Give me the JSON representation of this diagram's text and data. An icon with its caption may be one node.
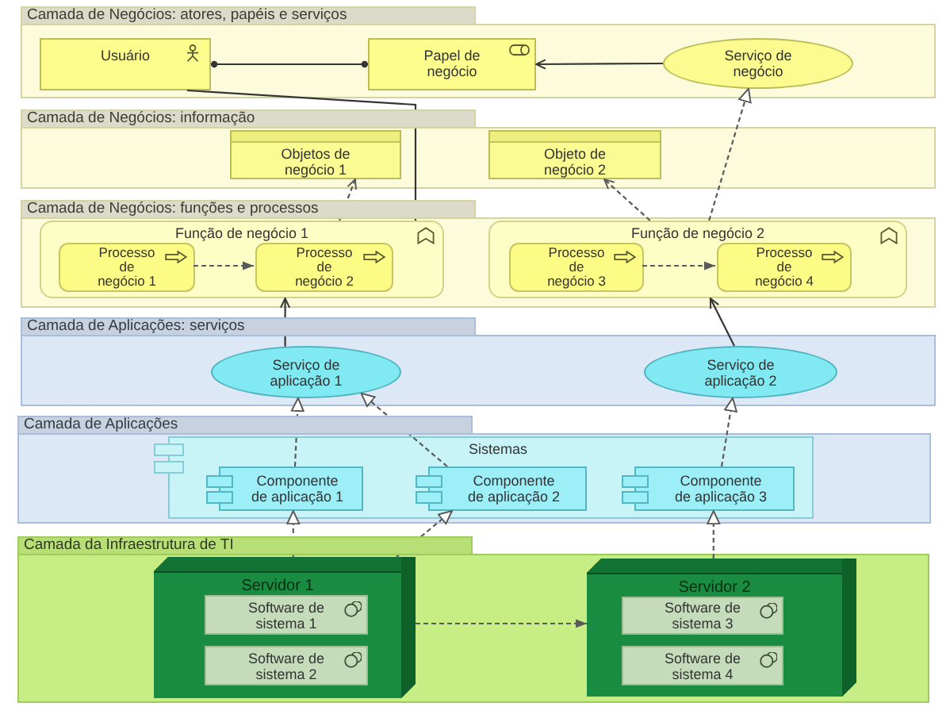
{
  "diagram": {
    "nodes": [
      {
        "text": [
          "Camada de Negócios: atores, papéis e serviços"
        ]
      },
      {
        "text": [
          "Usuário"
        ],
        "in": 0
      },
      {
        "text": [
          "Papel de negócio"
        ],
        "in": 0
      },
      {
        "text": [
          "Serviço de negócio"
        ],
        "in": 0
      },
      {
        "text": [
          "Camada de Negócios: informação"
        ]
      },
      {
        "text": [
          "Objetos de negócio 1"
        ],
        "in": 4
      },
      {
        "text": [
          "Objeto de negócio 2"
        ],
        "in": 4
      },
      {
        "text": [
          "Camada de Negócios: funções e processos"
        ]
      },
      {
        "text": [
          "Função de negócio 1"
        ],
        "in": 7
      },
      {
        "text": [
          "Processo de negócio 1"
        ],
        "in": 8
      },
      {
        "text": [
          "Processo de negócio 2"
        ],
        "in": 8
      },
      {
        "text": [
          "Função de negócio 2"
        ],
        "in": 7
      },
      {
        "text": [
          "Processo de negócio 3"
        ],
        "in": 11
      },
      {
        "text": [
          "Processo de negócio 4"
        ],
        "in": 11
      },
      {
        "text": [
          "Camada de Aplicações: serviços"
        ]
      },
      {
        "text": [
          "Serviço de aplicação 1"
        ],
        "in": 14
      },
      {
        "text": [
          "Serviço de aplicação 2"
        ],
        "in": 14
      },
      {
        "text": [
          "Camada de Aplicações"
        ]
      },
      {
        "text": [
          "Sistemas"
        ],
        "in": 17
      },
      {
        "text": [
          "Componente de aplicação 1"
        ],
        "in": 18
      },
      {
        "text": [
          "Componente de aplicação 2"
        ],
        "in": 18
      },
      {
        "text": [
          "Componente de aplicação 3"
        ],
        "in": 18
      },
      {
        "text": [
          "Camada da Infraestrutura de TI"
        ]
      },
      {
        "text": [
          "Servidor 1"
        ],
        "in": 22
      },
      {
        "text": [
          "Software de sistema 1"
        ],
        "in": 23
      },
      {
        "text": [
          "Software de sistema 2"
        ],
        "in": 23
      },
      {
        "text": [
          "Servidor 2"
        ],
        "in": 22
      },
      {
        "text": [
          "Software de sistema 3"
        ],
        "in": 26
      },
      {
        "text": [
          "Software de sistema 4"
        ],
        "in": 26
      }
    ],
    "edges": [
      {
        "from": 1,
        "to": 2,
        "arrow": "other"
      },
      {
        "from": 3,
        "to": 2,
        "arrow": "to"
      },
      {
        "from": 1,
        "to": 8,
        "arrow": "to"
      },
      {
        "from": 8,
        "to": 5,
        "arrow": "to",
        "style": "dashed"
      },
      {
        "from": 11,
        "to": 6,
        "arrow": "to",
        "style": "dashed"
      },
      {
        "from": 11,
        "to": 3,
        "arrow": "to",
        "style": "dashed"
      },
      {
        "from": 9,
        "to": 10,
        "arrow": "to",
        "style": "dashed"
      },
      {
        "from": 12,
        "to": 13,
        "arrow": "to",
        "style": "dashed"
      },
      {
        "from": 15,
        "to": 8,
        "arrow": "to"
      },
      {
        "from": 16,
        "to": 11,
        "arrow": "to"
      },
      {
        "from": 19,
        "to": 15,
        "arrow": "to",
        "style": "dashed"
      },
      {
        "from": 20,
        "to": 15,
        "arrow": "to",
        "style": "dashed"
      },
      {
        "from": 21,
        "to": 16,
        "arrow": "to",
        "style": "dashed"
      },
      {
        "from": 23,
        "to": 19,
        "arrow": "to",
        "style": "dashed"
      },
      {
        "from": 23,
        "to": 20,
        "arrow": "to",
        "style": "dashed"
      },
      {
        "from": 26,
        "to": 21,
        "arrow": "to",
        "style": "dashed"
      },
      {
        "from": 23,
        "to": 26,
        "arrow": "to",
        "style": "dashed"
      }
    ]
  }
}
